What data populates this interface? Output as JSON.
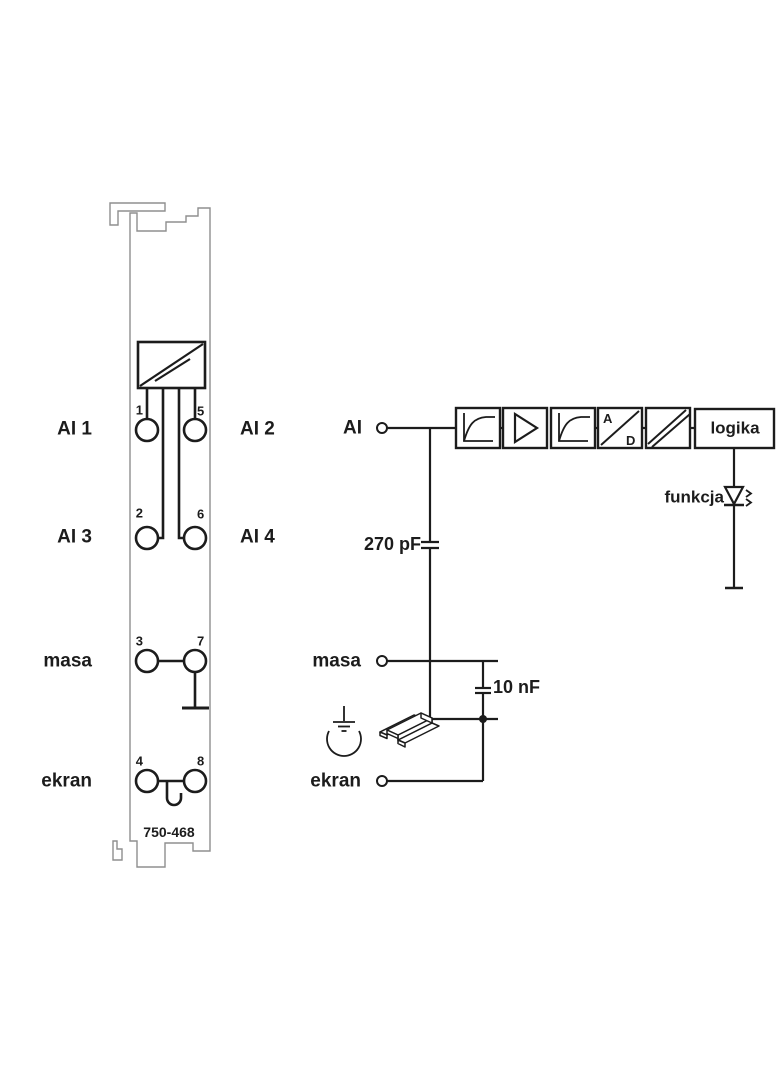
{
  "colors": {
    "ink": "#1c1c1c",
    "module_outline": "#8f8f8f",
    "background": "#ffffff"
  },
  "module": {
    "part_number": "750-468",
    "rows": [
      {
        "left_terminal": "1",
        "right_terminal": "5",
        "left_label": "AI 1",
        "right_label": "AI 2"
      },
      {
        "left_terminal": "2",
        "right_terminal": "6",
        "left_label": "AI 3",
        "right_label": "AI 4"
      },
      {
        "left_terminal": "3",
        "right_terminal": "7",
        "left_label": "masa",
        "right_label": ""
      },
      {
        "left_terminal": "4",
        "right_terminal": "8",
        "left_label": "ekran",
        "right_label": ""
      }
    ]
  },
  "schematic": {
    "input_label": "AI",
    "masa_label": "masa",
    "ekran_label": "ekran",
    "input_capacitor": "270 pF",
    "ground_capacitor": "10 nF",
    "logic_block_label": "logika",
    "led_label": "funkcja",
    "ad_converter": {
      "top_letter": "A",
      "bottom_letter": "D"
    }
  }
}
